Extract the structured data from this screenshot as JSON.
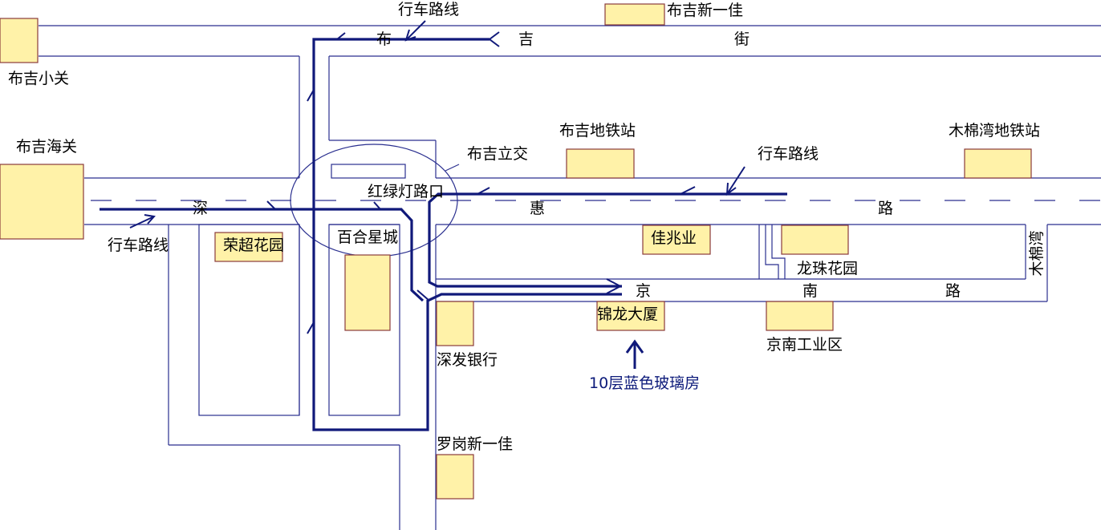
{
  "colors": {
    "background": "#ffffff",
    "road_line": "#2a2f8f",
    "route_line": "#10197a",
    "building_fill": "#fff2a8",
    "building_border": "#8a3b3b",
    "dark_label": "#0c1a7a"
  },
  "roads": {
    "buji_street": [
      "布",
      "吉",
      "街"
    ],
    "shenhui_road": [
      "深",
      "惠",
      "路"
    ],
    "jingnan_road": [
      "京",
      "南",
      "路"
    ],
    "mumianwan": "木棉湾"
  },
  "places": {
    "buji_xiaoguan": "布吉小关",
    "buji_xinyijia": "布吉新一佳",
    "buji_haiguan": "布吉海关",
    "buji_ditie": "布吉地铁站",
    "mumianwan_ditie": "木棉湾地铁站",
    "buji_lijiao": "布吉立交",
    "honglvdeng": "红绿灯路口",
    "rongchao": "荣超花园",
    "baihe": "百合星城",
    "jiazhaoye": "佳兆业",
    "longzhu": "龙珠花园",
    "jinlong": "锦龙大厦",
    "jingnan_gongye": "京南工业区",
    "shenfa": "深发银行",
    "luogang": "罗岗新一佳"
  },
  "route_labels": {
    "top": "行车路线",
    "right": "行车路线",
    "left": "行车路线"
  },
  "note": "10层蓝色玻璃房"
}
